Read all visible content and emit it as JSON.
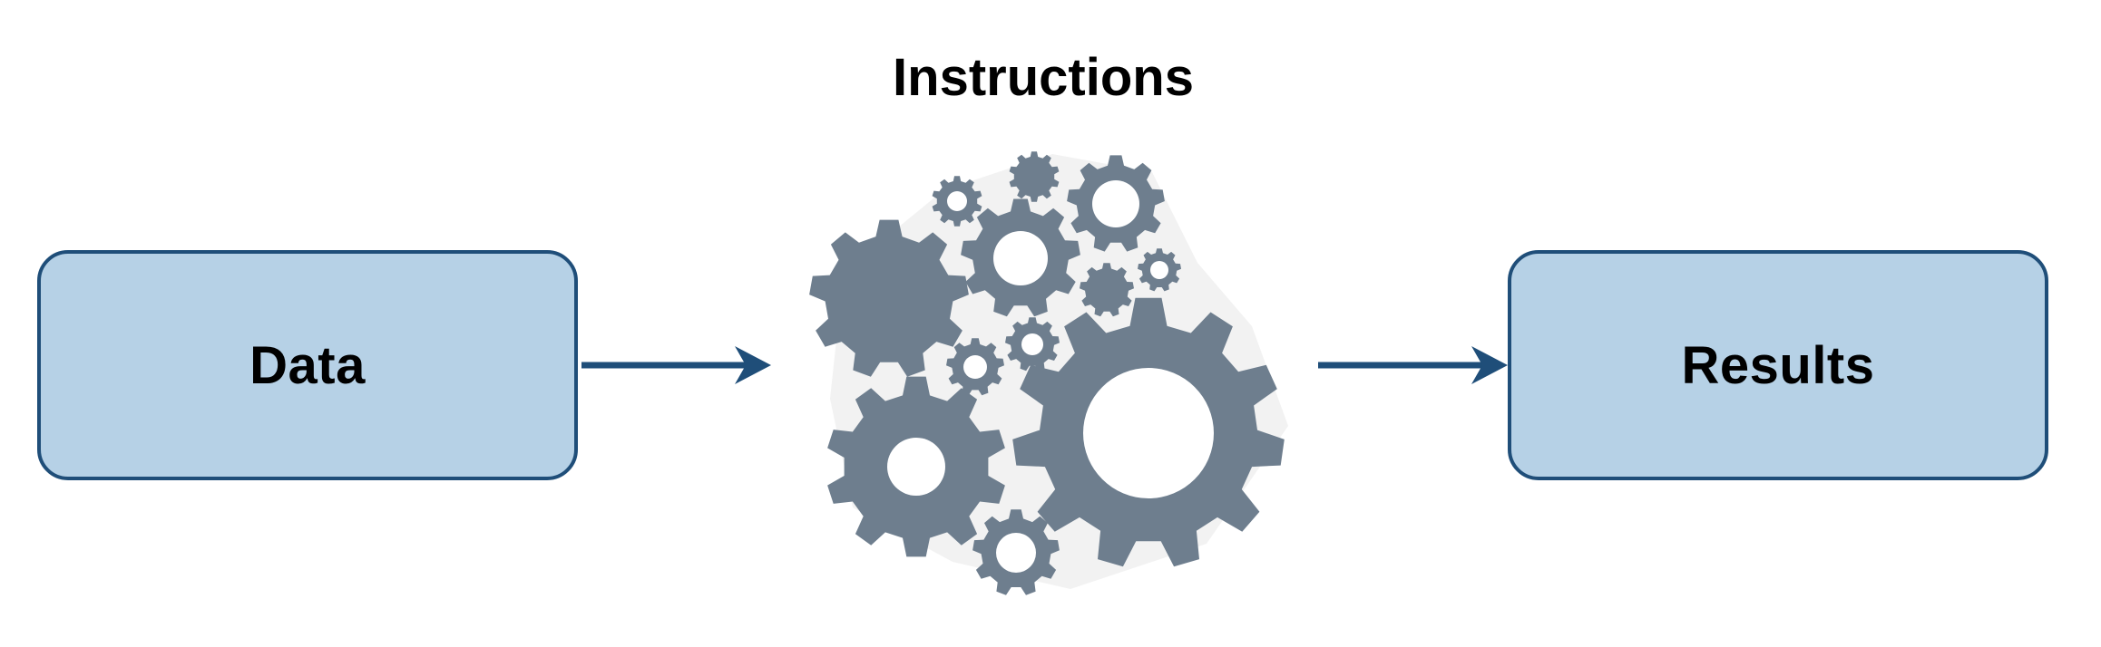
{
  "diagram": {
    "heading": "Instructions",
    "input_box": {
      "label": "Data"
    },
    "output_box": {
      "label": "Results"
    },
    "process_icon": "gears-icon",
    "colors": {
      "box_fill": "#b6d1e6",
      "box_border": "#1f4e79",
      "arrow": "#1f4e79",
      "gear": "#6e7e8e",
      "gear_backdrop": "#f2f2f2"
    }
  }
}
